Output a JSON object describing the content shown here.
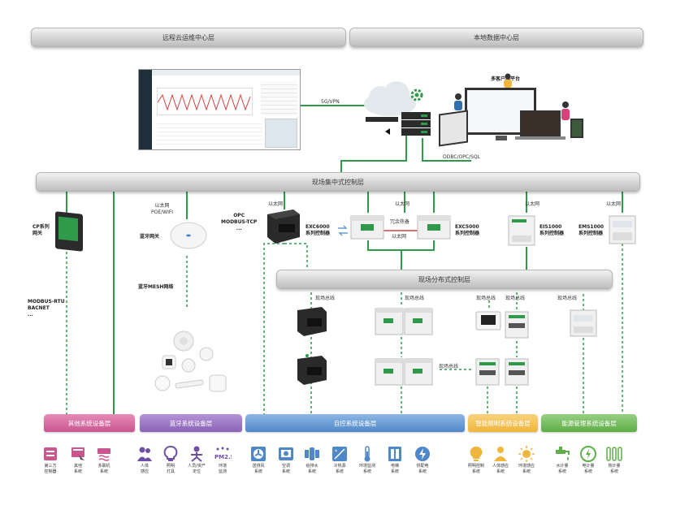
{
  "layers": {
    "remote_cloud": "远程云运维中心层",
    "local_data": "本地数据中心层",
    "central_control": "现场集中式控制层",
    "distributed_control": "现场分布式控制层"
  },
  "links": {
    "vpn": "5G/VPN",
    "odbc": "ODBC/OPC/SQL",
    "multi_client": "多客户端平台",
    "ethernet": "以太网",
    "poe_wifi": "以太网\nPOE/WIFI",
    "opc_modbus": "OPC\nMODBUS-TCP\n...",
    "redundant": "冗余热备",
    "fieldbus": "现场总线",
    "modbus_rtu": "MODBUS-RTU\nBACNET\n...",
    "bt_gateway": "蓝牙网关",
    "bt_mesh": "蓝牙MESH网络",
    "pm25": "PM2.5"
  },
  "devices": {
    "cp_gateway": "CP系列\n网关",
    "exc6000": "EXC6000\n系列控制器",
    "exc5000": "EXC5000\n系列控制器",
    "eis1000": "EIS1000\n系列控制器",
    "ems1000": "EMS1000\n系列控制器"
  },
  "systems": [
    {
      "label": "其他系统设备层",
      "color": "#c9568f"
    },
    {
      "label": "蓝牙系统设备层",
      "color": "#8a63b8"
    },
    {
      "label": "自控系统设备层",
      "color": "#4f88c9"
    },
    {
      "label": "智能照明系统设备层",
      "color": "#efb53c"
    },
    {
      "label": "能源管理系统设备层",
      "color": "#5fae47"
    }
  ],
  "icons": [
    {
      "name": "third-party-controller-icon",
      "cap": "第三方\n控制器",
      "color": "#c9568f"
    },
    {
      "name": "other-system-icon",
      "cap": "其他\n系统",
      "color": "#c9568f"
    },
    {
      "name": "multi-split-icon",
      "cap": "多联机\n系统",
      "color": "#c9568f"
    },
    {
      "name": "human-sensor-icon",
      "cap": "人体\n感应",
      "color": "#6f4fa5"
    },
    {
      "name": "lighting-icon",
      "cap": "照明\n灯具",
      "color": "#6f4fa5"
    },
    {
      "name": "asset-location-icon",
      "cap": "人员/资产\n定位",
      "color": "#6f4fa5"
    },
    {
      "name": "environment-monitor-icon",
      "cap": "环境\n监测",
      "color": "#6f4fa5"
    },
    {
      "name": "ventilation-icon",
      "cap": "送排风\n系统",
      "color": "#4f88c9"
    },
    {
      "name": "air-conditioner-icon",
      "cap": "空调\n系统",
      "color": "#4f88c9"
    },
    {
      "name": "water-supply-icon",
      "cap": "给排水\n系统",
      "color": "#4f88c9"
    },
    {
      "name": "cooling-heat-icon",
      "cap": "冷热源\n系统",
      "color": "#4f88c9"
    },
    {
      "name": "thermometer-icon",
      "cap": "环境监测\n系统",
      "color": "#4f88c9"
    },
    {
      "name": "elevator-icon",
      "cap": "电梯\n系统",
      "color": "#4f88c9"
    },
    {
      "name": "power-supply-icon",
      "cap": "供配电\n系统",
      "color": "#4f88c9"
    },
    {
      "name": "light-control-icon",
      "cap": "照明控制\n系统",
      "color": "#efb53c"
    },
    {
      "name": "human-detect-icon",
      "cap": "人体感应\n系统",
      "color": "#efb53c"
    },
    {
      "name": "ambient-sensor-icon",
      "cap": "环境感应\n系统",
      "color": "#efb53c"
    },
    {
      "name": "water-meter-icon",
      "cap": "水计量\n系统",
      "color": "#5fae47"
    },
    {
      "name": "electric-meter-icon",
      "cap": "电计量\n系统",
      "color": "#5fae47"
    },
    {
      "name": "heat-meter-icon",
      "cap": "热计量\n系统",
      "color": "#5fae47"
    }
  ]
}
